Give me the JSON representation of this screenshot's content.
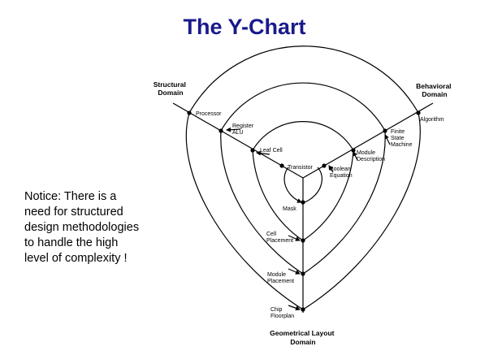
{
  "title": "The Y-Chart",
  "notice": [
    "Notice: There is a",
    "need for structured",
    "design methodologies",
    "to handle the high",
    "level of complexity !"
  ],
  "diagram": {
    "domains": {
      "structural": [
        "Structural",
        "Domain"
      ],
      "behavioral": [
        "Behavioral",
        "Domain"
      ],
      "geometrical": [
        "Geometrical Layout",
        "Domain"
      ]
    },
    "structural_levels": [
      "Processor",
      [
        "Register",
        "ALU"
      ],
      "Leaf Cell",
      "Transistor"
    ],
    "behavioral_levels": [
      "Algorithm",
      [
        "Finite",
        "State",
        "Machine"
      ],
      [
        "Module",
        "Description"
      ],
      [
        "Boolean",
        "Equation"
      ]
    ],
    "geometrical_levels": [
      "Mask",
      [
        "Cell",
        "Placement"
      ],
      [
        "Module",
        "Placement"
      ],
      [
        "Chip",
        "Floorplan"
      ]
    ]
  }
}
